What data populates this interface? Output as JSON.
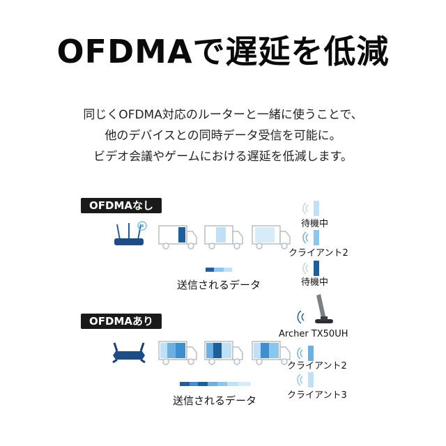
{
  "title": "OFDMAで遅延を低減",
  "description": [
    "同じくOFDMA対応のルーターと一緒に使うことで、",
    "他のデバイスとの同時データ受信を可能に。",
    "ビデオ会議やゲームにおける遅延を低減します。"
  ],
  "without_ofdma": {
    "tag": "OFDMAなし",
    "clients": [
      "待機中",
      "クライアント2",
      "待機中"
    ],
    "data_label": "送信されるデータ"
  },
  "with_ofdma": {
    "tag": "OFDMAあり",
    "clients": [
      "Archer TX50UH",
      "クライアント2",
      "クライアント3"
    ],
    "data_label": "送信されるデータ"
  },
  "colors": {
    "dark_blue": "#1e5f99",
    "mid_blue": "#6cb0e0",
    "light_blue": "#bfe0f5",
    "truck_gray": "#b8bec4"
  }
}
